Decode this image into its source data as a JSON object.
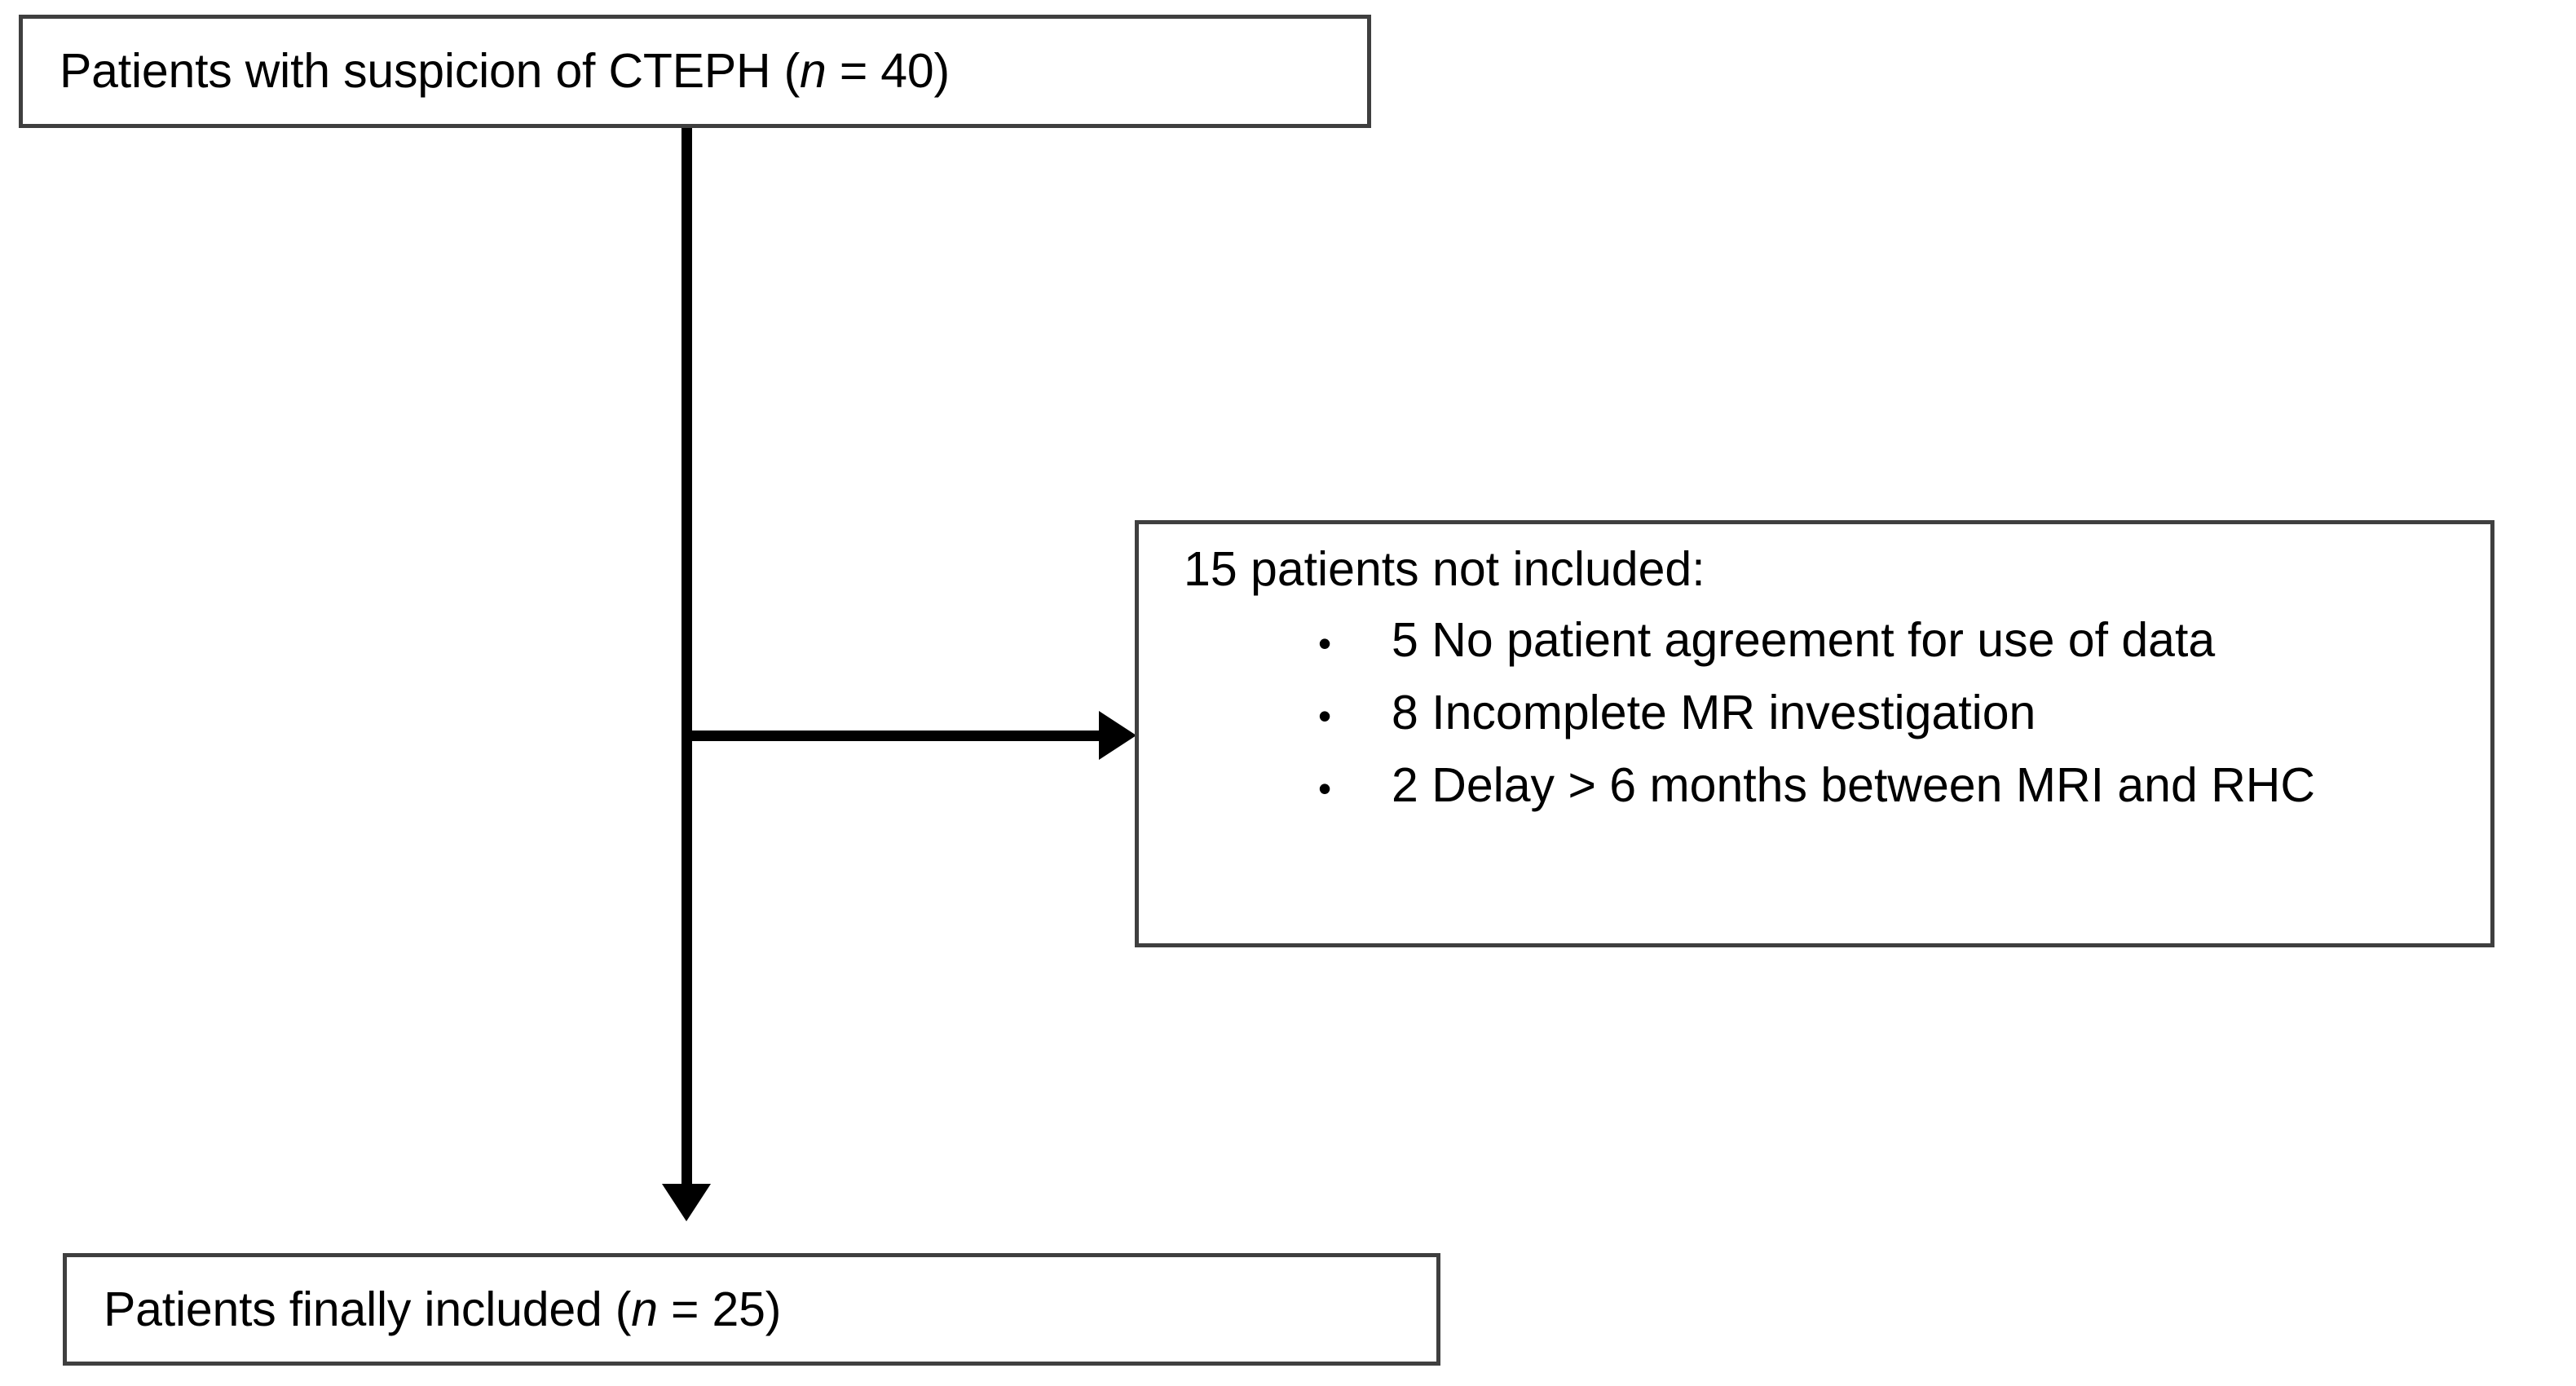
{
  "figure": {
    "type": "flowchart",
    "title": "CTEPH patient inclusion flow diagram",
    "colors": {
      "background": "#ffffff",
      "box_border": "#3f3f3f",
      "connector": "#000000",
      "text": "#000000"
    }
  },
  "nodes": {
    "suspicion": {
      "text_before_n": "Patients with suspicion of CTEPH (",
      "n_symbol": "n",
      "text_after_n": " = 40)"
    },
    "excluded": {
      "heading": "15 patients not included:",
      "bullet_glyph": "•",
      "items": [
        {
          "count": "5",
          "label": "5 No patient agreement for use of data"
        },
        {
          "count": "8",
          "label": "8 Incomplete MR investigation"
        },
        {
          "count": "2",
          "label": "2 Delay > 6 months between MRI and RHC"
        }
      ]
    },
    "included": {
      "text_before_n": "Patients finally included (",
      "n_symbol": "n",
      "text_after_n": " = 25)"
    }
  },
  "connectors": {
    "spine_label": "vertical-flow-line",
    "branch_label": "branch-to-exclusions",
    "arrow_right_label": "arrowhead-right",
    "arrow_down_label": "arrowhead-down"
  },
  "chart_data": {
    "type": "flow",
    "title": "CTEPH patient inclusion flow diagram",
    "stages": [
      {
        "stage": "Patients with suspicion of CTEPH",
        "n": 40
      },
      {
        "stage": "Patients not included",
        "n": 15
      },
      {
        "stage": "Patients finally included",
        "n": 25
      }
    ],
    "exclusion_reasons": [
      {
        "reason": "No patient agreement for use of data",
        "n": 5
      },
      {
        "reason": "Incomplete MR investigation",
        "n": 8
      },
      {
        "reason": "Delay > 6 months between MRI and RHC",
        "n": 2
      }
    ]
  }
}
